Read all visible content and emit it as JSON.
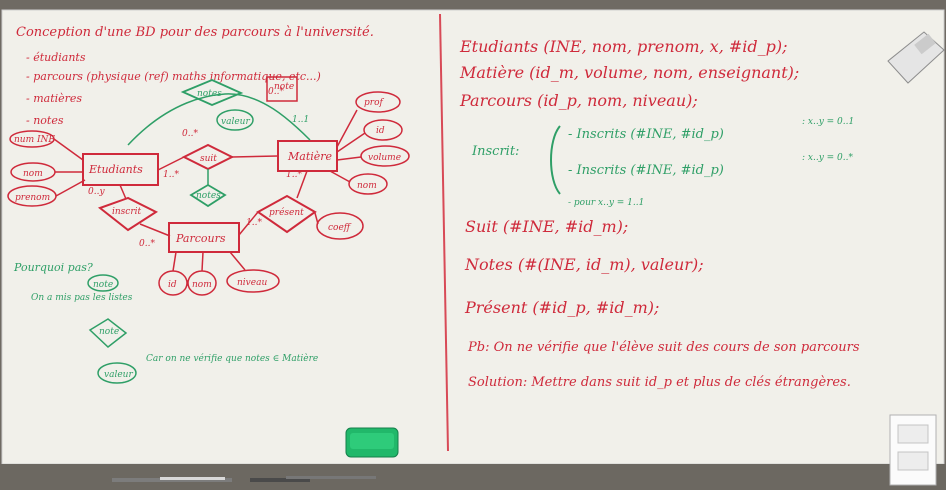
{
  "board": {
    "frame_color": "#6f6a63",
    "board_color": "#f1f0ea",
    "red_marker": "#cf2a3b",
    "green_marker": "#2f9f67",
    "divider_color": "#d84a57"
  },
  "left": {
    "title": "Conception d'une BD pour des parcours à l'université.",
    "bullets": [
      "- étudiants",
      "- parcours (physique (ref) maths informatique, etc...)",
      "- matières",
      "- notes"
    ],
    "erd": {
      "entity_students": "Etudiants",
      "entity_subject": "Matière",
      "entity_course": "Parcours",
      "rel_follow": "suit",
      "rel_enrolled": "inscrit",
      "rel_present": "présent",
      "rel_notes_1": "notes",
      "rel_notes_2": "notes",
      "attr_ine": "num INE",
      "attr_nom": "nom",
      "attr_prenom": "prenom",
      "attr_prof": "prof",
      "attr_id": "id",
      "attr_volume": "volume",
      "attr_nom_m": "nom",
      "attr_id_p": "id",
      "attr_nom_p": "nom",
      "attr_niveau": "niveau",
      "attr_coeff": "coeff",
      "attr_valeur": "valeur",
      "attr_note": "note",
      "card_1": "0..*",
      "card_2": "1..*",
      "card_3": "0..y",
      "card_4": "0..*",
      "card_5": "1..*",
      "card_6": "1..*",
      "card_7": "1..1",
      "card_8": "0..*"
    },
    "green_notes": [
      "Pourquoi pas?",
      "On a mis pas les listes",
      "note",
      "valeur",
      "Car on ne vérifie que notes ∈ Matière"
    ]
  },
  "right": {
    "line_1": "Etudiants (INE, nom, prenom, x, #id_p);",
    "line_2": "Matière (id_m, volume, nom, enseignant);",
    "line_3": "Parcours (id_p, nom, niveau);",
    "inscrit_label": "Inscrit:",
    "inscrit_1": "- Inscrits (#INE, #id_p)",
    "inscrit_1_note": ": x..y = 0..1",
    "inscrit_2": "- Inscrits (#INE, #id_p)",
    "inscrit_2_note": ": x..y = 0..*",
    "inscrit_3": "- pour x..y = 1..1",
    "line_suit": "Suit (#INE, #id_m);",
    "line_notes": "Notes (#(INE, id_m), valeur);",
    "line_present": "Présent (#id_p, #id_m);",
    "pb": "Pb: On ne vérifie que l'élève suit des cours de son parcours",
    "solution": "Solution: Mettre dans suit id_p et plus de clés étrangères."
  }
}
